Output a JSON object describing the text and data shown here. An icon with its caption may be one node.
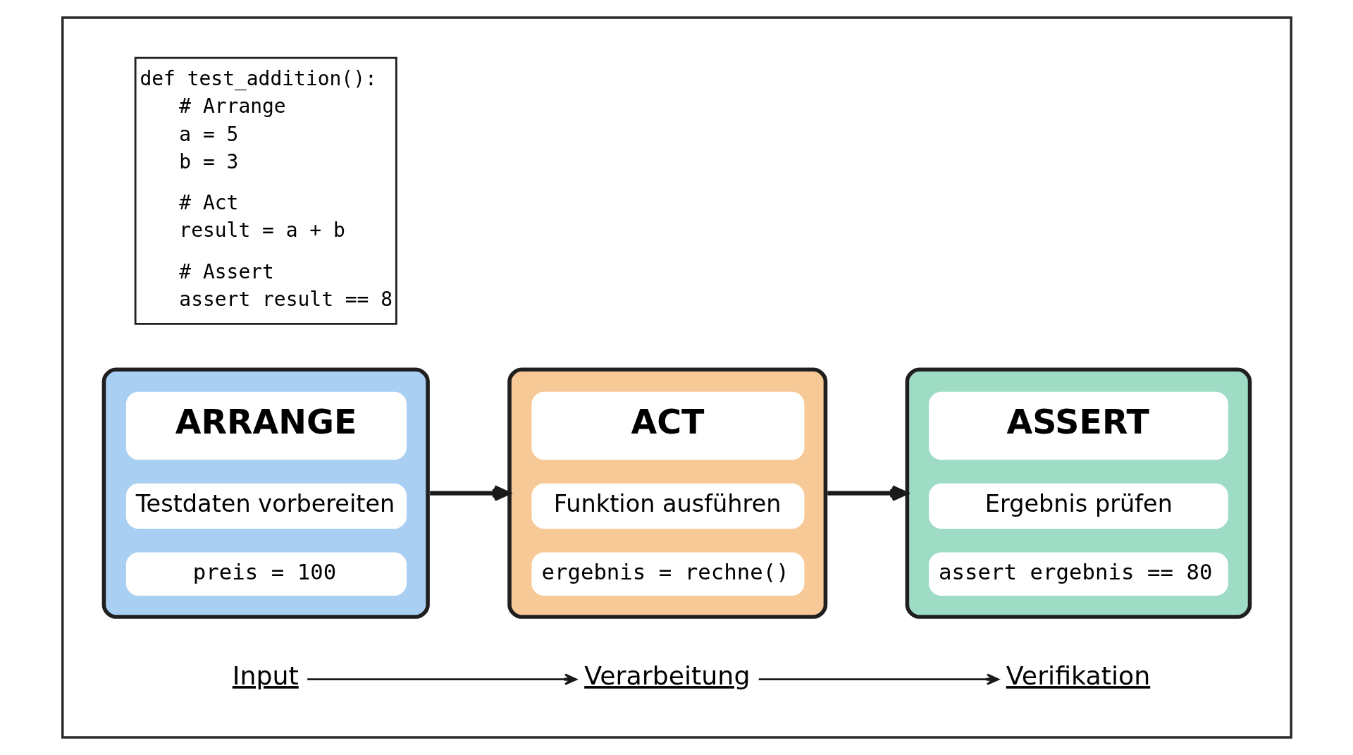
{
  "diagram": {
    "nodes": [
      {
        "text": [],
        "shape": "box"
      },
      {
        "text": [
          "def test_addition():",
          "# Arrange",
          "a = 5",
          "b = 3",
          "# Act",
          "result = a + b",
          "# Assert",
          "assert result == 8"
        ],
        "in": 0
      },
      {
        "text": [
          "ARRANGE",
          "Testdaten vorbereiten",
          "preis = 100"
        ],
        "in": 0
      },
      {
        "text": [
          "ACT",
          "Funktion ausführen",
          "ergebnis = rechne()"
        ],
        "in": 0
      },
      {
        "text": [
          "ASSERT",
          "Ergebnis prüfen",
          "assert ergebnis == 80"
        ],
        "in": 0
      },
      {
        "text": [
          "Input"
        ],
        "in": 0
      },
      {
        "text": [
          "Verarbeitung"
        ],
        "in": 0
      },
      {
        "text": [
          "Verifikation"
        ],
        "in": 0
      }
    ],
    "edges": [
      {
        "from": 2,
        "to": 3,
        "arrow": "to",
        "style": "thick"
      },
      {
        "from": 3,
        "to": 4,
        "arrow": "to",
        "style": "thick"
      },
      {
        "from": 5,
        "to": 6,
        "arrow": "to"
      },
      {
        "from": 6,
        "to": 7,
        "arrow": "to"
      }
    ]
  }
}
